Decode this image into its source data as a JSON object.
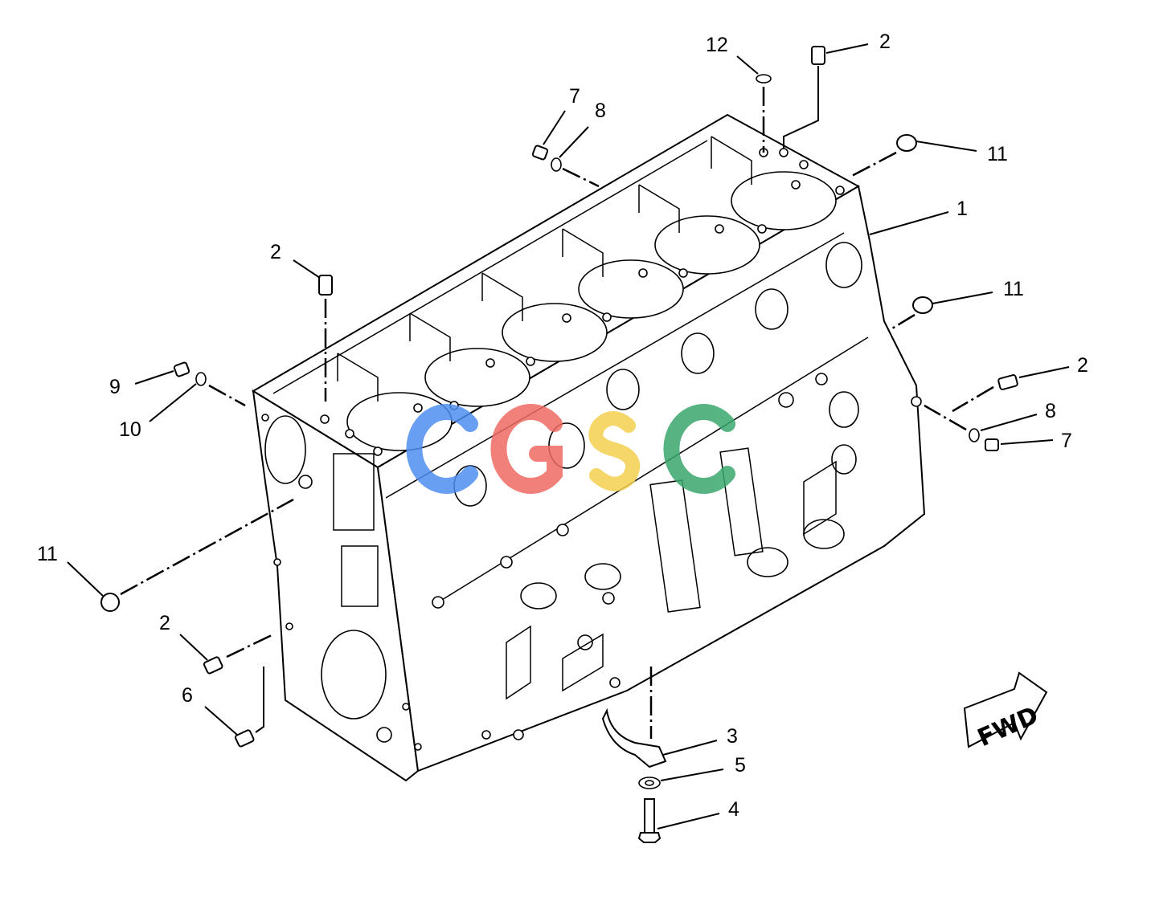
{
  "diagram": {
    "callouts": [
      {
        "id": "c12",
        "label": "12"
      },
      {
        "id": "c2a",
        "label": "2"
      },
      {
        "id": "c7a",
        "label": "7"
      },
      {
        "id": "c8a",
        "label": "8"
      },
      {
        "id": "c11a",
        "label": "11"
      },
      {
        "id": "c1",
        "label": "1"
      },
      {
        "id": "c2b",
        "label": "2"
      },
      {
        "id": "c11b",
        "label": "11"
      },
      {
        "id": "c9",
        "label": "9"
      },
      {
        "id": "c10",
        "label": "10"
      },
      {
        "id": "c2c",
        "label": "2"
      },
      {
        "id": "c8b",
        "label": "8"
      },
      {
        "id": "c7b",
        "label": "7"
      },
      {
        "id": "c11c",
        "label": "11"
      },
      {
        "id": "c2d",
        "label": "2"
      },
      {
        "id": "c6",
        "label": "6"
      },
      {
        "id": "c3",
        "label": "3"
      },
      {
        "id": "c5",
        "label": "5"
      },
      {
        "id": "c4",
        "label": "4"
      }
    ],
    "direction_arrow": {
      "label": "FWD"
    },
    "watermark": {
      "text": "CGSC",
      "colors": [
        "#4f8ff0",
        "#ee6b62",
        "#f4cf4f",
        "#3aa86d"
      ]
    }
  }
}
